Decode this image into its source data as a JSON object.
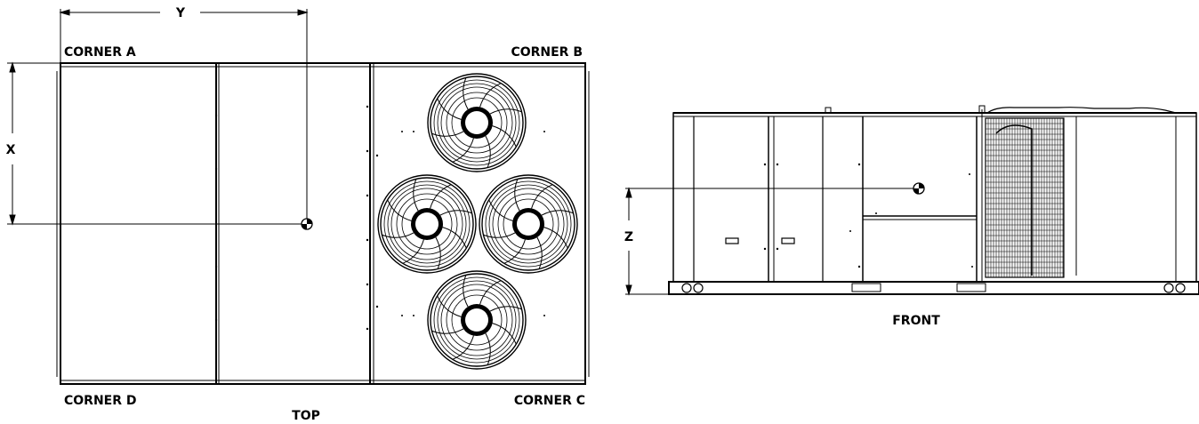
{
  "top_view": {
    "title": "TOP",
    "corners": {
      "a": "CORNER A",
      "b": "CORNER B",
      "c": "CORNER C",
      "d": "CORNER D"
    },
    "dimensions": {
      "y": "Y",
      "x": "X"
    },
    "fans": 4
  },
  "front_view": {
    "title": "FRONT",
    "dimensions": {
      "z": "Z"
    }
  },
  "colors": {
    "line": "#000000",
    "background": "#ffffff"
  }
}
